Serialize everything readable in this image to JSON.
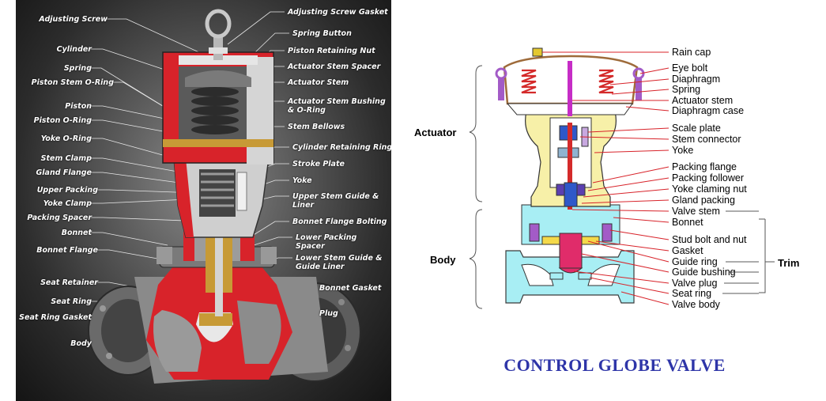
{
  "cutaway": {
    "labels_left": [
      "Adjusting Screw",
      "Cylinder",
      "Spring",
      "Piston Stem O-Ring",
      "Piston",
      "Piston O-Ring",
      "Yoke O-Ring",
      "Stem Clamp",
      "Gland Flange",
      "Upper Packing",
      "Yoke Clamp",
      "Packing Spacer",
      "Bonnet",
      "Bonnet Flange",
      "Seat Retainer",
      "Seat Ring",
      "Seat Ring Gasket",
      "Body"
    ],
    "labels_right": [
      "Adjusting Screw Gasket",
      "Spring Button",
      "Piston Retaining Nut",
      "Actuator Stem Spacer",
      "Actuator Stem",
      "Actuator Stem Bushing & O-Ring",
      "Stem Bellows",
      "Cylinder Retaining Ring",
      "Stroke Plate",
      "Yoke",
      "Upper Stem Guide & Liner",
      "Bonnet Flange Bolting",
      "Lower Packing Spacer",
      "Lower Stem Guide & Guide Liner",
      "Bonnet Gasket",
      "Plug"
    ]
  },
  "schematic": {
    "group_labels": {
      "actuator": "Actuator",
      "body": "Body",
      "trim": "Trim"
    },
    "part_labels": [
      "Rain cap",
      "Eye bolt",
      "Diaphragm",
      "Spring",
      "Actuator stem",
      "Diaphragm case",
      "Scale plate",
      "Stem connector",
      "Yoke",
      "Packing flange",
      "Packing follower",
      "Yoke claming nut",
      "Gland packing",
      "Valve stem",
      "Bonnet",
      "Stud bolt and nut",
      "Gasket",
      "Guide ring",
      "Guide bushing",
      "Valve plug",
      "Seat ring",
      "Valve body"
    ]
  },
  "title": "CONTROL GLOBE VALVE",
  "colors": {
    "title": "#2e35a8",
    "leader_red": "#d8232a",
    "body_cyan": "#a8eef4",
    "yoke_yellow": "#f7f0a8",
    "cutaway_red": "#d8232a"
  }
}
